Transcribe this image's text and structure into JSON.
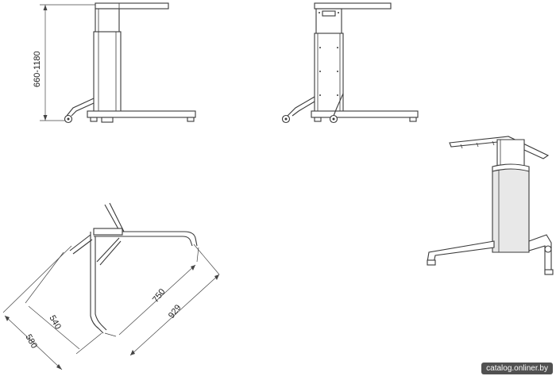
{
  "dimensions": {
    "height_range": "660-1180",
    "depth_a": "540",
    "depth_b": "580",
    "width_a": "750",
    "width_b": "929"
  },
  "watermark": "catalog.onliner.by"
}
